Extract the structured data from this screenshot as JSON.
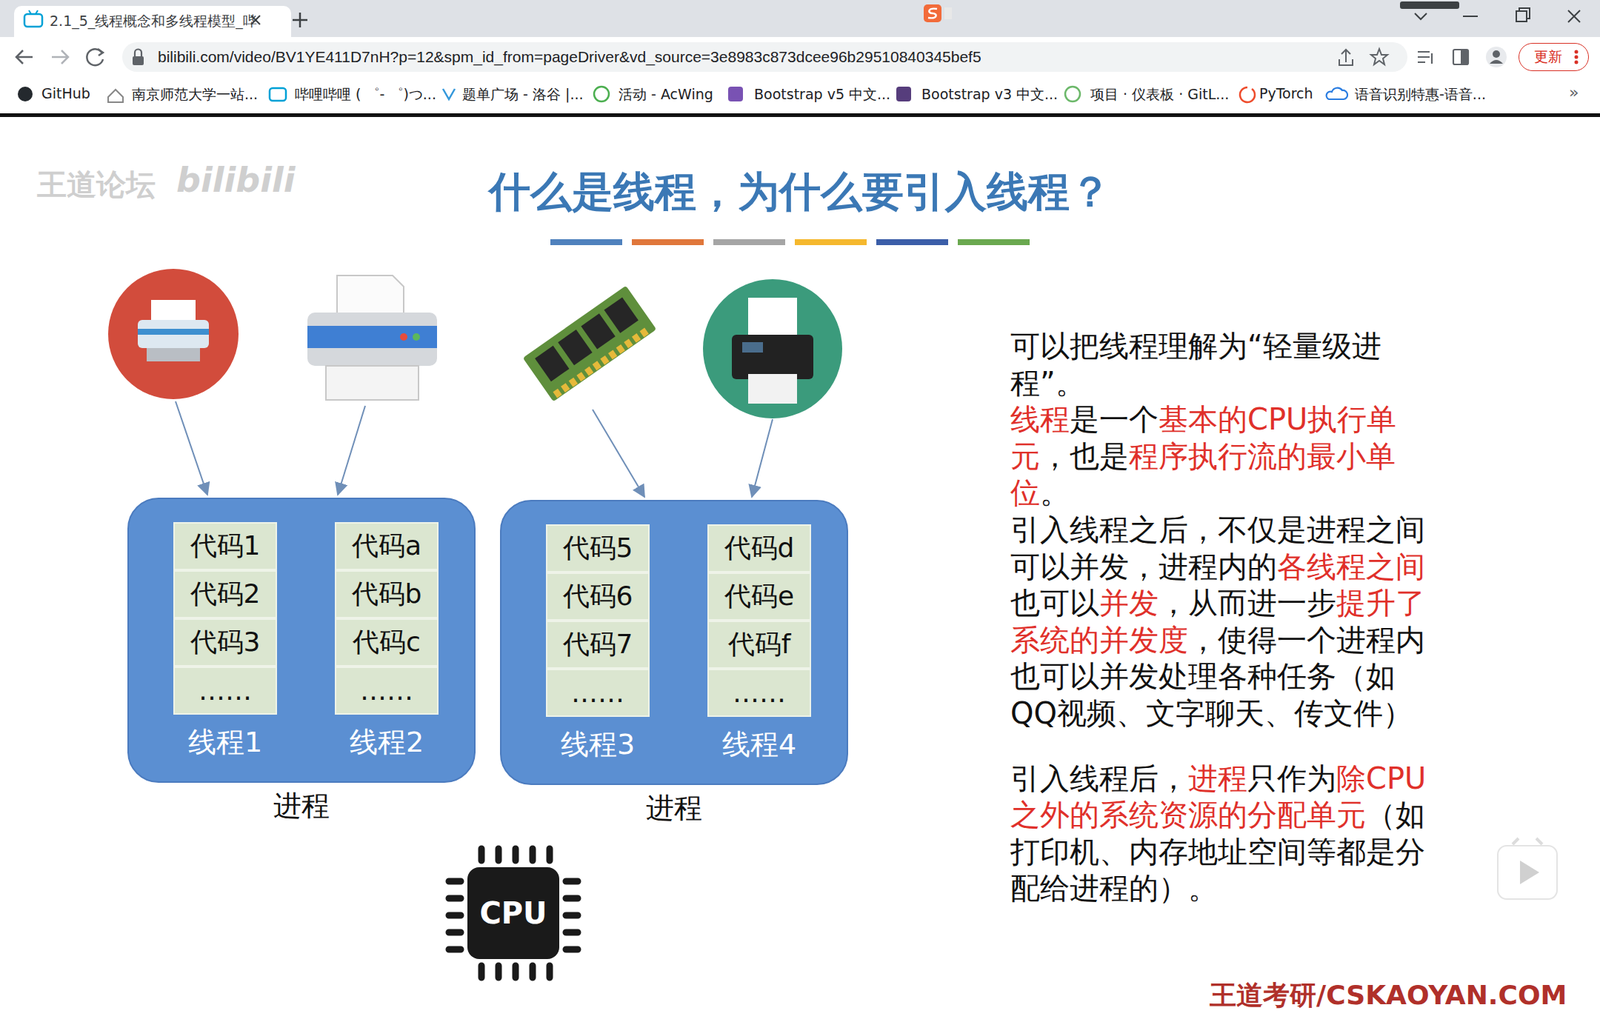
{
  "diagram": {
    "title": "什么是线程，为什么要引入线程？",
    "nodes": [
      {
        "text": [
          "2.1_5_线程概念和多线程模型_哔"
        ]
      },
      {
        "text": [
          "bilibili.com/video/BV1YE411D7nH?p=12&spm_id_from=pageDriver&vd_source=3e8983c873dcee96b29510840345bef5"
        ]
      },
      {
        "text": [
          "更新"
        ]
      },
      {
        "text": [
          "进程"
        ]
      },
      {
        "text": [
          "线程1"
        ],
        "in": 3
      },
      {
        "text": [
          "代码1"
        ],
        "in": 4
      },
      {
        "text": [
          "代码2"
        ],
        "in": 4
      },
      {
        "text": [
          "代码3"
        ],
        "in": 4
      },
      {
        "text": [
          "……"
        ],
        "in": 4
      },
      {
        "text": [
          "线程2"
        ],
        "in": 3
      },
      {
        "text": [
          "代码a"
        ],
        "in": 9
      },
      {
        "text": [
          "代码b"
        ],
        "in": 9
      },
      {
        "text": [
          "代码c"
        ],
        "in": 9
      },
      {
        "text": [
          "……"
        ],
        "in": 9
      },
      {
        "text": [
          "进程"
        ]
      },
      {
        "text": [
          "线程3"
        ],
        "in": 14
      },
      {
        "text": [
          "代码5"
        ],
        "in": 15
      },
      {
        "text": [
          "代码6"
        ],
        "in": 15
      },
      {
        "text": [
          "代码7"
        ],
        "in": 15
      },
      {
        "text": [
          "……"
        ],
        "in": 15
      },
      {
        "text": [
          "线程4"
        ],
        "in": 14
      },
      {
        "text": [
          "代码d"
        ],
        "in": 20
      },
      {
        "text": [
          "代码e"
        ],
        "in": 20
      },
      {
        "text": [
          "代码f"
        ],
        "in": 20
      },
      {
        "text": [
          "……"
        ],
        "in": 20
      }
    ],
    "labels": [
      "GitHub",
      "南京师范大学一站...",
      "哔哩哔哩 ( ゜- ゜)つ...",
      "题单广场 - 洛谷 |...",
      "活动 - AcWing",
      "Bootstrap v5 中文...",
      "Bootstrap v3 中文...",
      "项目 · 仪表板 · GitL...",
      "PyTorch",
      "语音识别特惠-语音...",
      "»",
      "王道论坛",
      "bilibili",
      "CPU",
      "可以把线程理解为“轻量级进程”。",
      "线程",
      "是一个",
      "基本的CPU执行单元",
      "，也是",
      "程序执行流的最小单位",
      "。",
      "引入线程之后，不仅是进程之间可以并发，进程内的",
      "各线程之间",
      "也可以",
      "并发",
      "，从而进一步",
      "提升了系统的并发度",
      "，使得一个进程内也可以并发处理各种任务（如QQ视频、文字聊天、传文件）",
      "引入线程后，",
      "进程",
      "只作为",
      "除CPU之外的系统资源的分配单元",
      "（如打印机、内存地址空间等都是分配给进程的）。",
      "王道考研/CSKAOYAN.COM"
    ]
  }
}
